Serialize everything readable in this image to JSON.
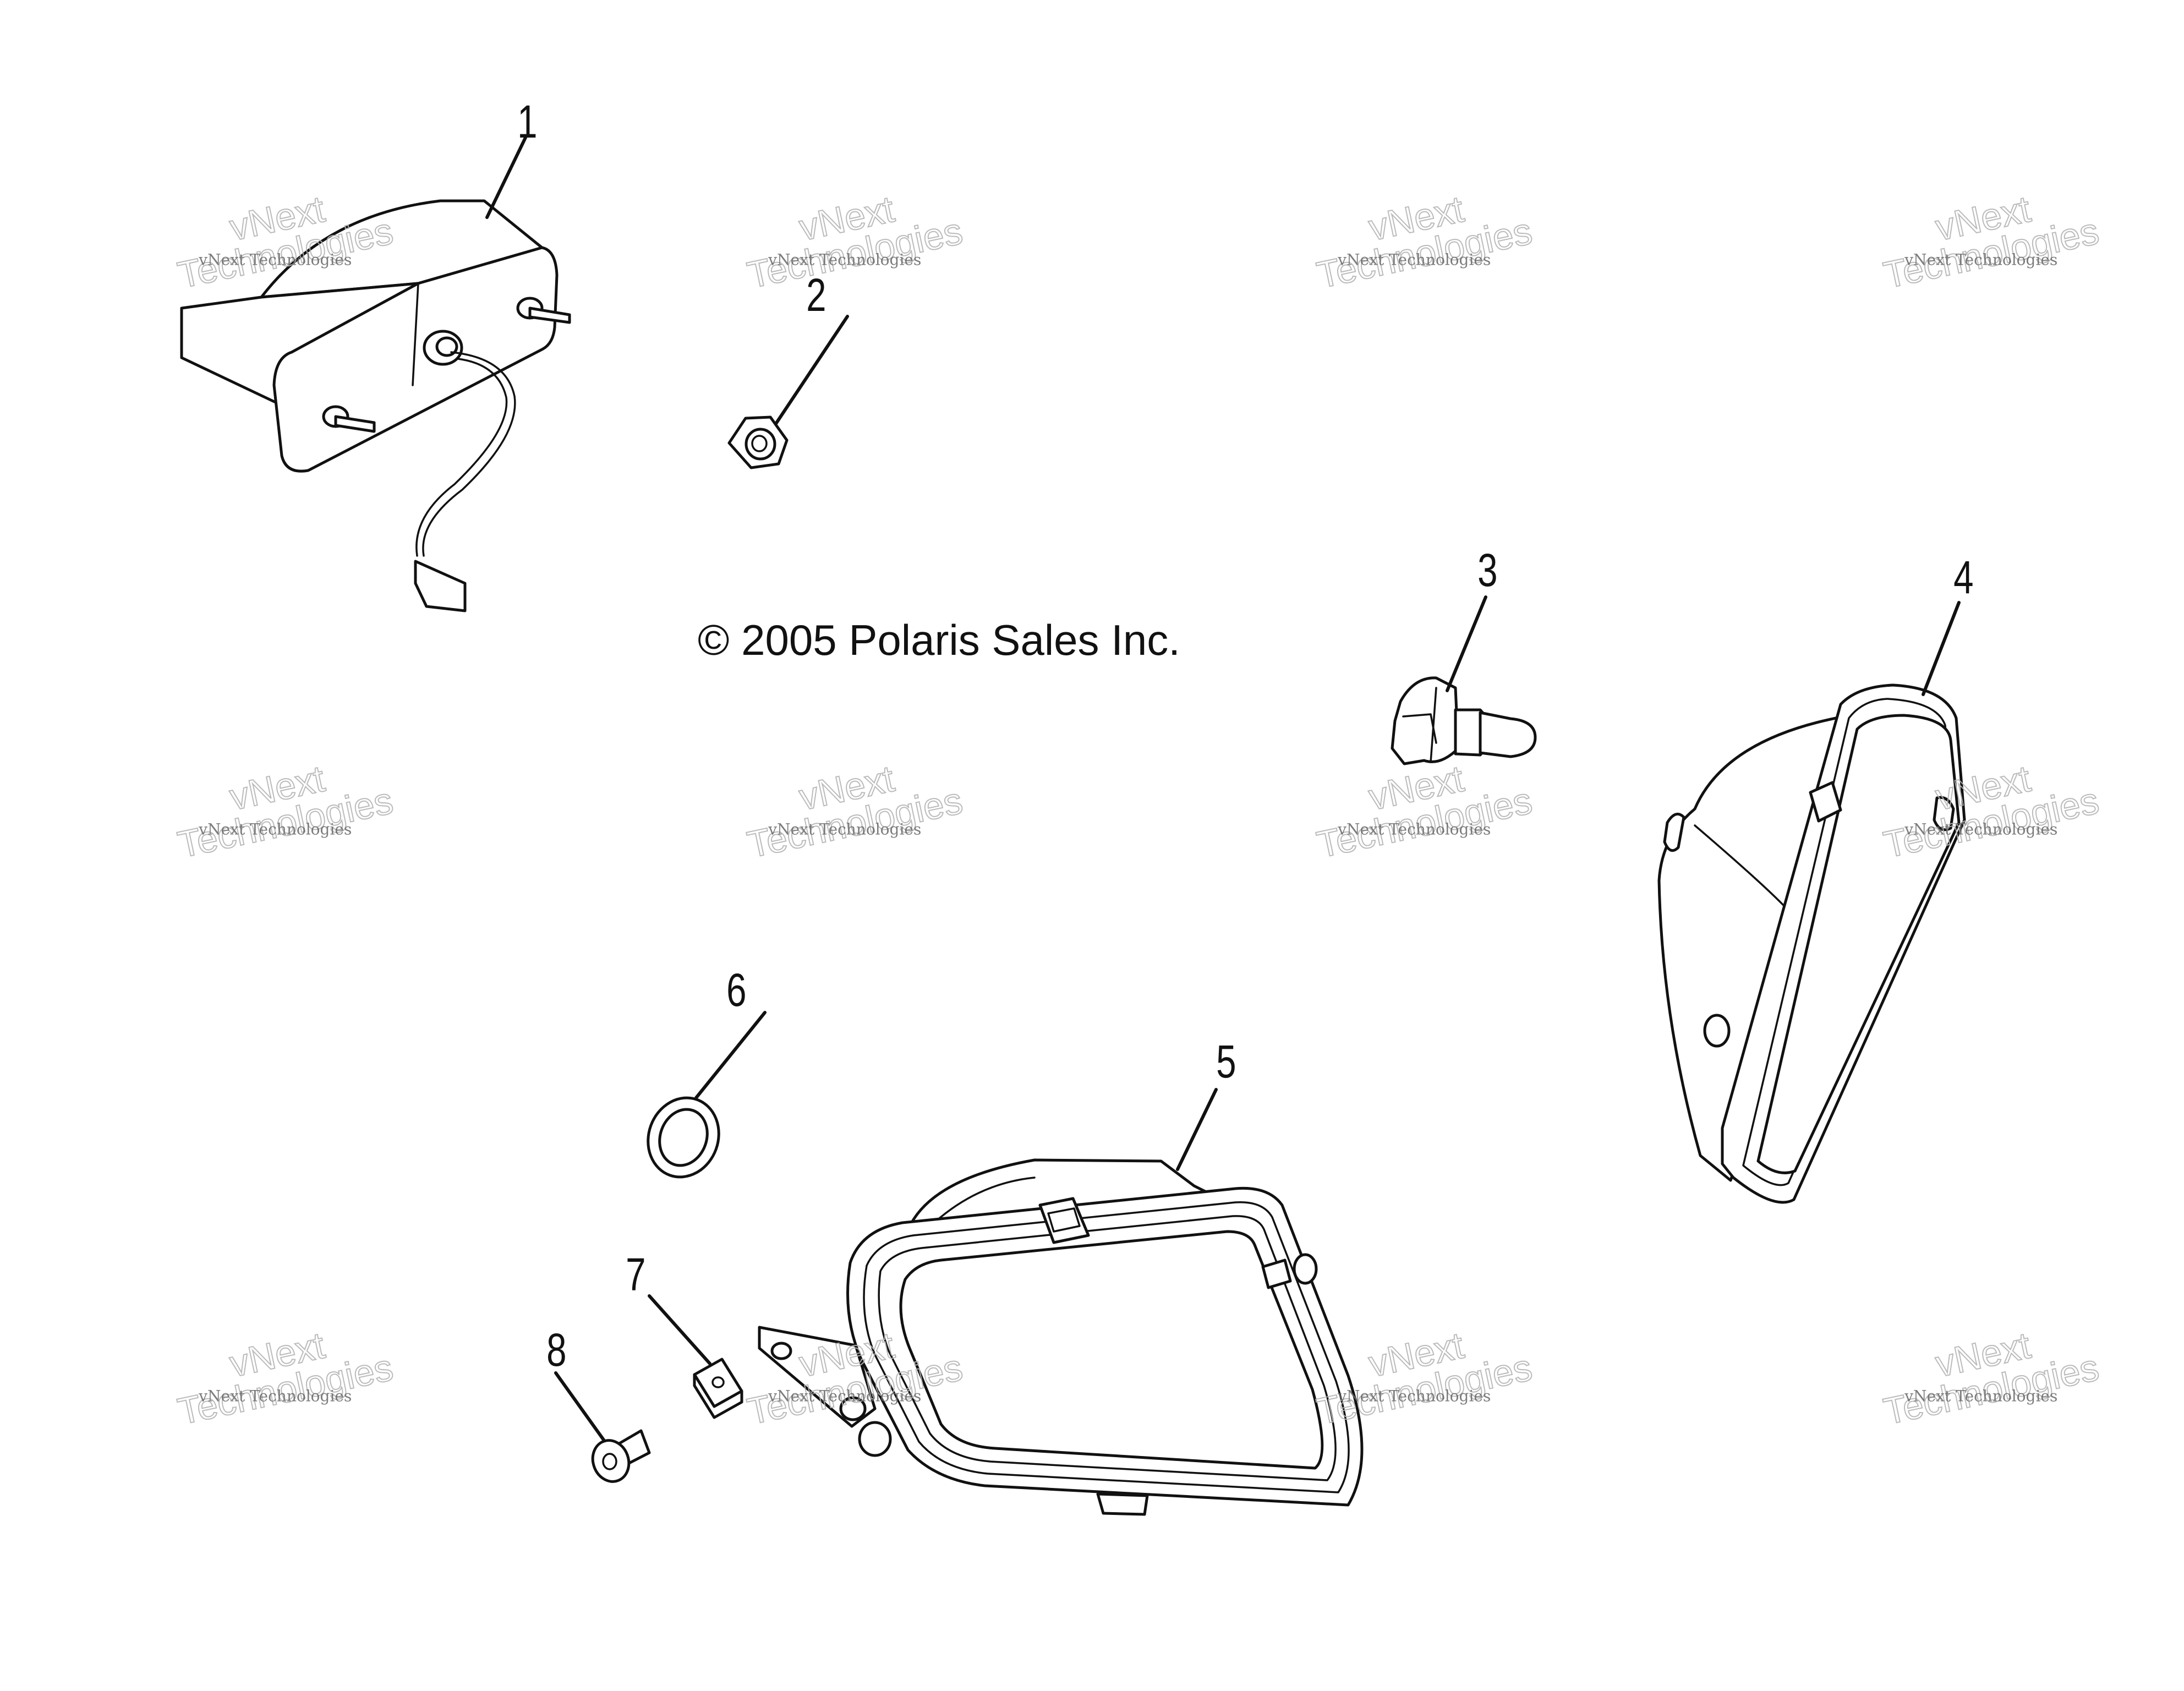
{
  "copyright": "© 2005 Polaris Sales Inc.",
  "watermark": {
    "small": "vNext Technologies",
    "large_line1": "vNext",
    "large_line2": "Technologies"
  },
  "callouts": [
    "1",
    "2",
    "3",
    "4",
    "5",
    "6",
    "7",
    "8"
  ],
  "colors": {
    "line": "#111111",
    "background": "#ffffff",
    "watermark": "#b4b4b4"
  }
}
